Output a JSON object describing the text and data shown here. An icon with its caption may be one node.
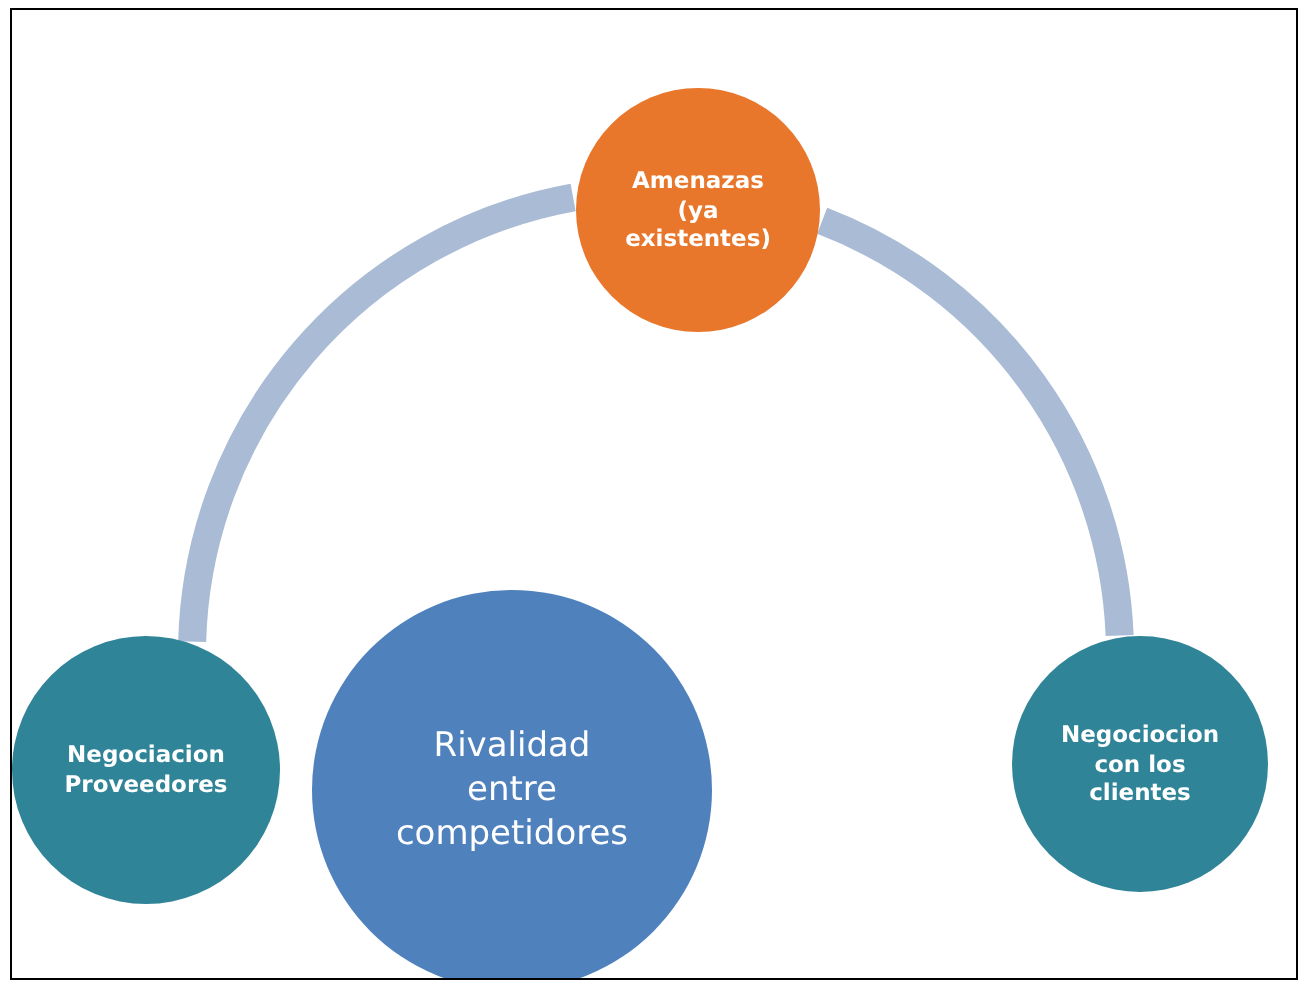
{
  "diagram": {
    "nodes": [
      {
        "text": [
          "Amenazas (ya existentes)"
        ]
      },
      {
        "text": [
          "Negociacion Proveedores"
        ]
      },
      {
        "text": [
          "Rivalidad entre competidores"
        ]
      },
      {
        "text": [
          "Negociocion con los clientes"
        ]
      }
    ],
    "edges": [
      {
        "from": 1,
        "to": 0,
        "arrow": "none"
      },
      {
        "from": 0,
        "to": 3,
        "arrow": "none"
      }
    ]
  }
}
